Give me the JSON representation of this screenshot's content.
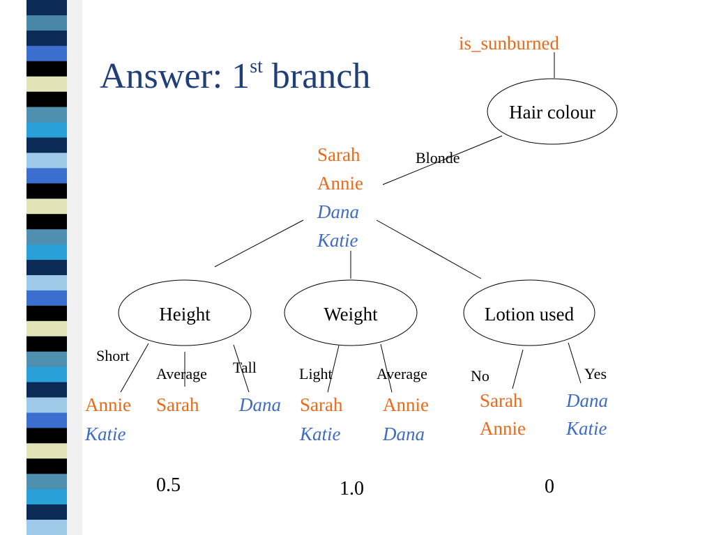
{
  "slide": {
    "title_main": "Answer: 1",
    "title_sup": "st",
    "title_rest": " branch"
  },
  "colors": {
    "positive": "#ea6a1a",
    "negative": "#3e6cc4",
    "title": "#1f3f7a",
    "line": "#000000"
  },
  "tree": {
    "root_label": "is_sunburned",
    "nodes": {
      "hair": "Hair colour",
      "height": "Height",
      "weight": "Weight",
      "lotion": "Lotion used"
    },
    "edges": {
      "blonde": "Blonde",
      "short": "Short",
      "h_average": "Average",
      "tall": "Tall",
      "light": "Light",
      "w_average": "Average",
      "no": "No",
      "yes": "Yes"
    },
    "samples": {
      "blonde": [
        {
          "name": "Sarah",
          "sunburned": true
        },
        {
          "name": "Annie",
          "sunburned": true
        },
        {
          "name": "Dana",
          "sunburned": false
        },
        {
          "name": "Katie",
          "sunburned": false
        }
      ],
      "short": [
        {
          "name": "Annie",
          "sunburned": true
        },
        {
          "name": "Katie",
          "sunburned": false
        }
      ],
      "h_average": [
        {
          "name": "Sarah",
          "sunburned": true
        }
      ],
      "tall": [
        {
          "name": "Dana",
          "sunburned": false
        }
      ],
      "light": [
        {
          "name": "Sarah",
          "sunburned": true
        },
        {
          "name": "Katie",
          "sunburned": false
        }
      ],
      "w_average": [
        {
          "name": "Annie",
          "sunburned": true
        },
        {
          "name": "Dana",
          "sunburned": false
        }
      ],
      "no": [
        {
          "name": "Sarah",
          "sunburned": true
        },
        {
          "name": "Annie",
          "sunburned": true
        }
      ],
      "yes": [
        {
          "name": "Dana",
          "sunburned": false
        },
        {
          "name": "Katie",
          "sunburned": false
        }
      ]
    },
    "scores": {
      "height": "0.5",
      "weight": "1.0",
      "lotion": "0"
    }
  }
}
